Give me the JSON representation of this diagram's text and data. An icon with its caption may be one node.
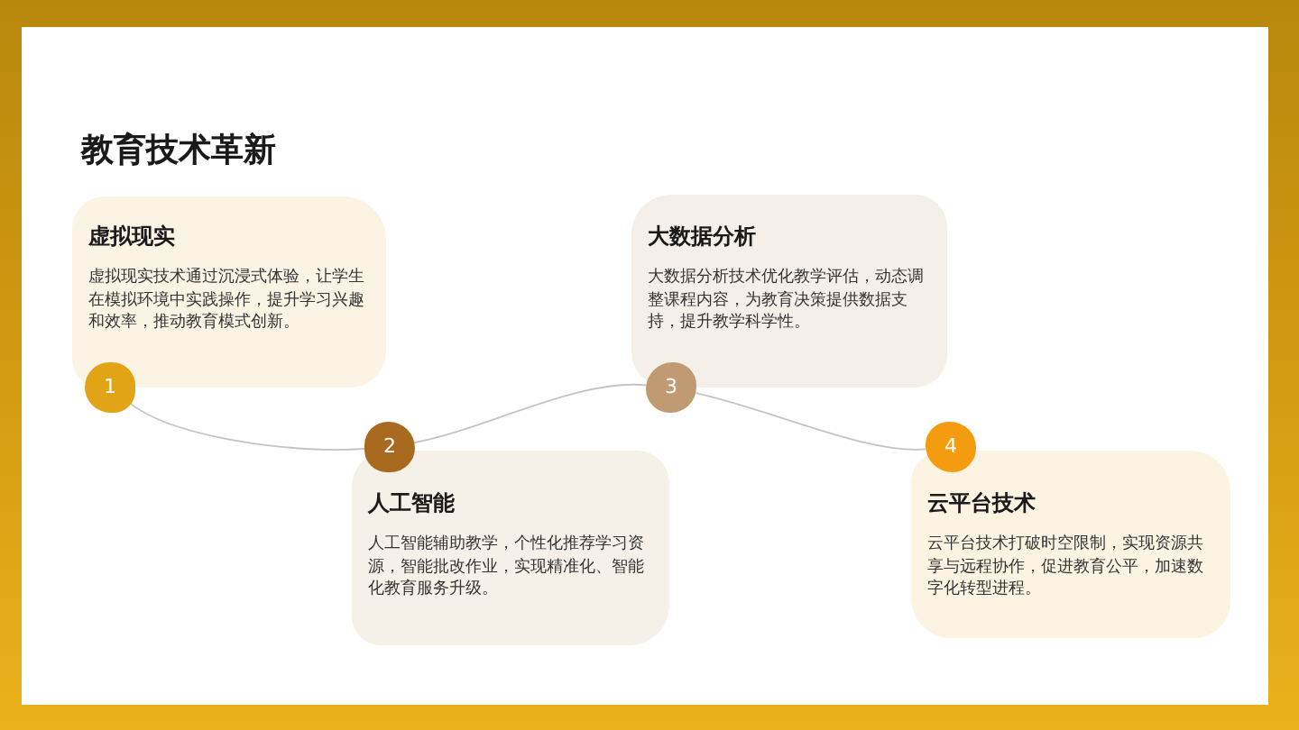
{
  "diagram": {
    "title": "教育技术革新",
    "nodes": [
      {
        "text": [
          "虚拟现实",
          "虚拟现实技术通过沉浸式体验，让学生在模拟环境中实践操作，提升学习兴趣和效率，推动教育模式创新。"
        ]
      },
      {
        "text": [
          "1"
        ]
      },
      {
        "text": [
          "人工智能",
          "人工智能辅助教学，个性化推荐学习资源，智能批改作业，实现精准化、智能化教育服务升级。"
        ]
      },
      {
        "text": [
          "2"
        ]
      },
      {
        "text": [
          "大数据分析",
          "大数据分析技术优化教学评估，动态调整课程内容，为教育决策提供数据支持，提升教学科学性。"
        ]
      },
      {
        "text": [
          "3"
        ]
      },
      {
        "text": [
          "云平台技术",
          "云平台技术打破时空限制，实现资源共享与远程协作，促进教育公平，加速数字化转型进程。"
        ]
      },
      {
        "text": [
          "4"
        ]
      }
    ],
    "edges": [
      {
        "from": 1,
        "to": 3,
        "arrow": "none"
      },
      {
        "from": 3,
        "to": 5,
        "arrow": "none"
      },
      {
        "from": 5,
        "to": 7,
        "arrow": "none"
      }
    ]
  }
}
